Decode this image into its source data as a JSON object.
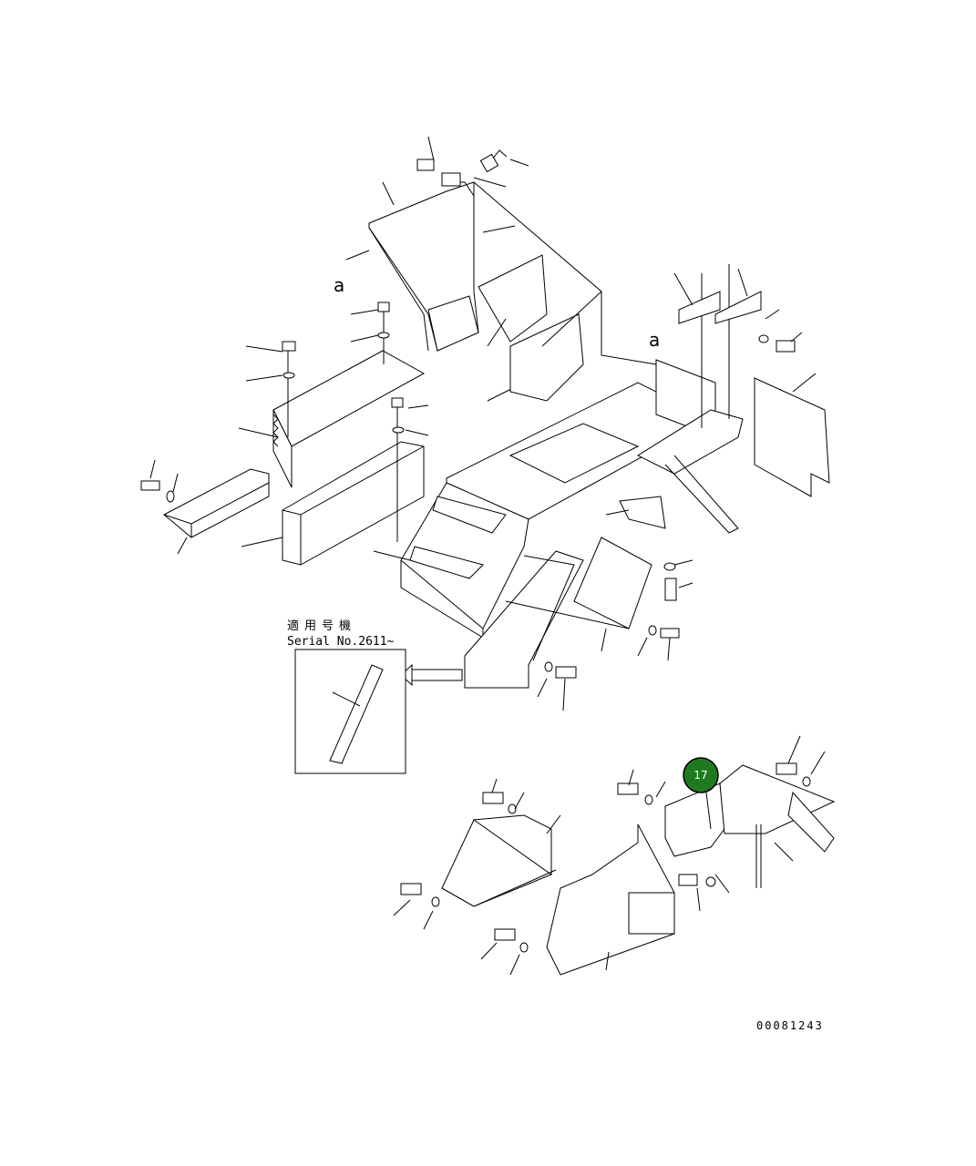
{
  "view_letters": [
    "a",
    "a"
  ],
  "serial_note": {
    "jp": "適用号機",
    "en": "Serial No.2611~"
  },
  "callout": {
    "label": "17",
    "color": "#1f7a1f"
  },
  "drawing_number": "00081243"
}
